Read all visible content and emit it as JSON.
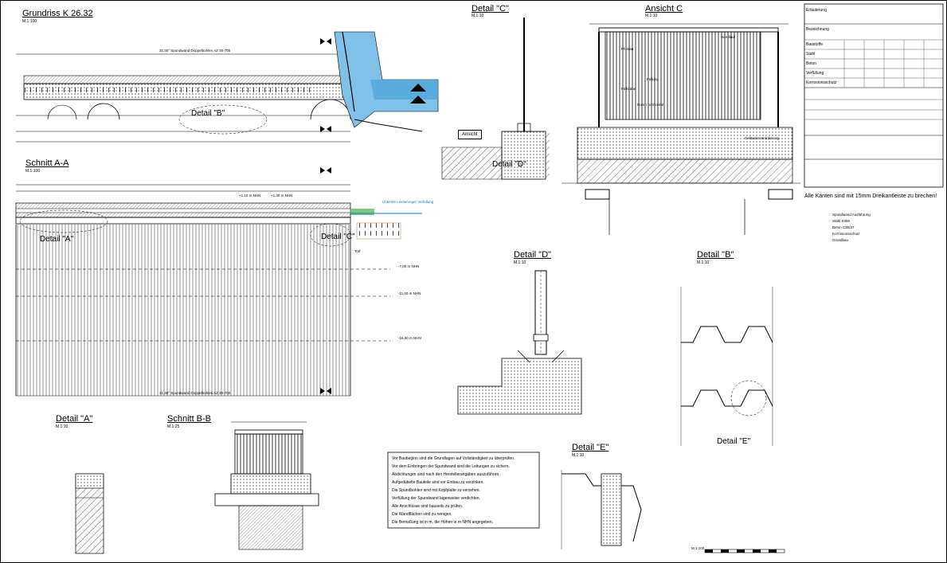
{
  "sheet": {
    "grundriss": {
      "title": "Grundriss K 26.32",
      "scale": "M.1:100"
    },
    "schnitt_aa": {
      "title": "Schnitt A-A",
      "scale": "M.1:100"
    },
    "detail_a": {
      "title": "Detail \"A\"",
      "scale": "M.1:10"
    },
    "schnitt_bb": {
      "title": "Schnitt B-B",
      "scale": "M.1:25"
    },
    "detail_c": {
      "title": "Detail \"C\"",
      "scale": "M.1:10"
    },
    "ansicht_c": {
      "title": "Ansicht C",
      "scale": "M.1:10"
    },
    "detail_d": {
      "title": "Detail \"D\"",
      "scale": "M.1:10"
    },
    "detail_b": {
      "title": "Detail \"B\"",
      "scale": "M.1:10"
    },
    "detail_e": {
      "title": "Detail \"E\"",
      "scale": "M.1:10"
    }
  },
  "labels": {
    "detail_b_ref": "Detail \"B\"",
    "detail_a_ref": "Detail \"A\"",
    "detail_c_ref": "Detail \"C\"",
    "detail_d_ref": "Detail \"D\"",
    "detail_e_ref": "Detail \"E\"",
    "ansicht": "Ansicht",
    "ab_note": "Alle Kanten sind mit 15mm Dreikantleiste zu brechen!",
    "spundwand_top": "31,30° Spundwand Doppelbohlen AZ 30-700",
    "spundwand_bottom": "31,30° Spundwand Doppelbohlen AZ 30-700",
    "mhw": "-7,00 m NHN",
    "level_11": "-11,00 m NHN",
    "level_18": "-18,00 m NHN",
    "torf": "Torf",
    "ok_spundwand": "+1,10 m NHN",
    "ok_plus": "+1,30 m NHN",
    "fuellung": "Füllung",
    "hinterfuellung": "Unterste Leiste/unger Verfüllung",
    "rohr_horiz": "Rohr / horizontal",
    "pfosten": "Pfosten",
    "fuellstab": "Füllstäbe",
    "handlauf": "Handlauf",
    "gelaenderverankerung": "Geländerverankerung"
  },
  "notes": [
    "Vor Baubeginn sind die Grundlagen auf Vollständigkeit zu überprüfen.",
    "Vor dem Einbringen der Spundwand sind die Leitungen zu sichern.",
    "Abdichtungen sind nach den Herstellerangaben auszuführen.",
    "Aufgedübelte Bauteile sind vor Einbau zu verzinken.",
    "Die Spundbohlen sind mit Kopfplatte zu versehen.",
    "Verfüllung der Spundwand lagenweise verdichten.",
    "Alle Anschlüsse sind bauseits zu prüfen.",
    "Die Wandflächen sind zu reinigen.",
    "Die Bemaßung ist in m, die Höhen in m NHN angegeben."
  ],
  "titleblock": {
    "header": "Erläuterung",
    "rows": [
      "Bezeichnung",
      "Baustoffe",
      "Stahl",
      "Beton",
      "Verfüllung",
      "Korrosionsschutz"
    ],
    "standards": [
      "Spundwand Ausführung",
      "Stahl S355",
      "Beton C30/37",
      "Korrosionsschutz",
      "Grundbau"
    ]
  },
  "scale_bar": {
    "label": "M 1:100"
  }
}
